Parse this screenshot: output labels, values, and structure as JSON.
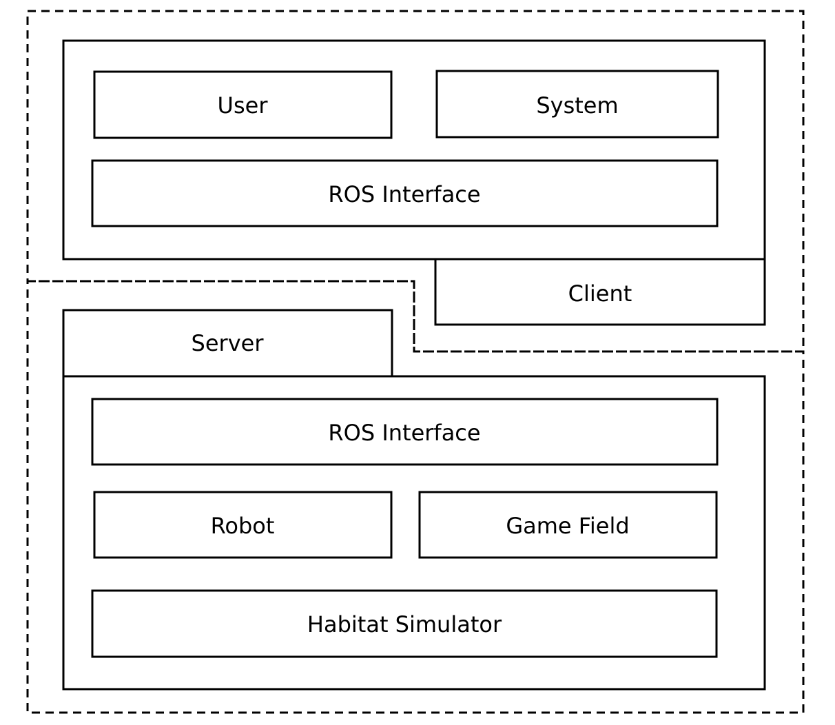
{
  "client": {
    "label": "Client",
    "user": "User",
    "system": "System",
    "ros_interface": "ROS Interface"
  },
  "server": {
    "label": "Server",
    "ros_interface": "ROS Interface",
    "robot": "Robot",
    "game_field": "Game Field",
    "habitat_simulator": "Habitat Simulator"
  },
  "colors": {
    "stroke": "#000000",
    "background": "#ffffff"
  }
}
